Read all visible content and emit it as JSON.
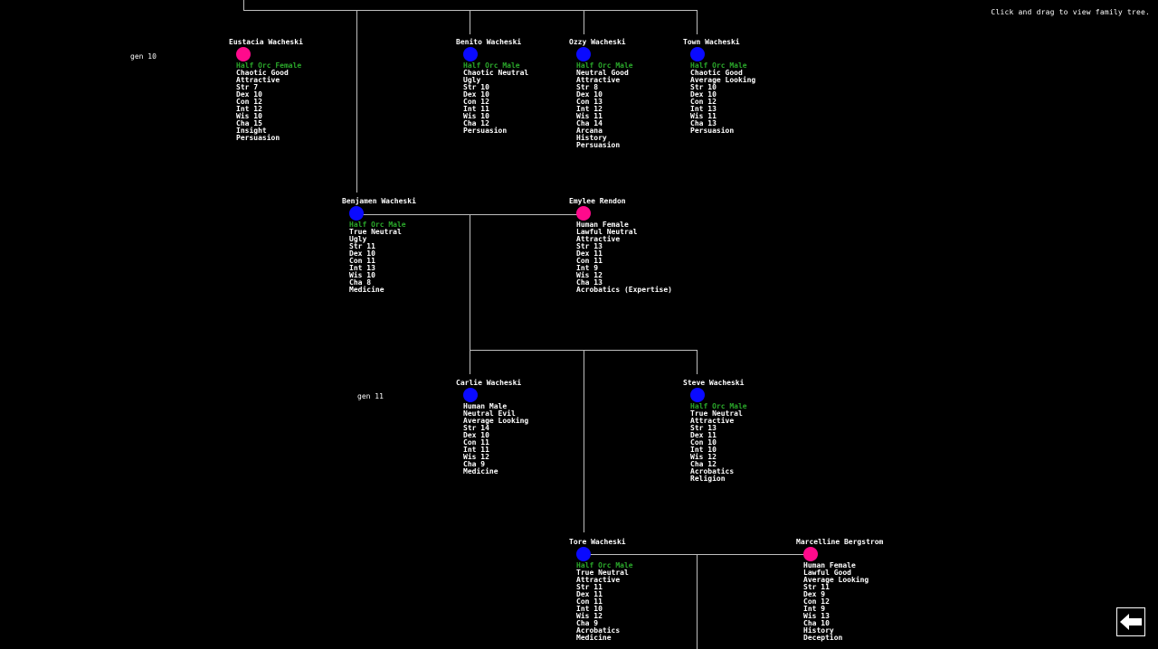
{
  "hint": "Click and drag to view family tree.",
  "gens": [
    {
      "label": "gen 10"
    },
    {
      "label": "gen 11"
    }
  ],
  "people": [
    {
      "id": "eustacia",
      "name": "Eustacia Wacheski",
      "sex": "female",
      "race": "Half Orc Female",
      "human": false,
      "traits": [
        "Chaotic Good",
        "Attractive",
        "Str 7",
        "Dex 10",
        "Con 12",
        "Int 12",
        "Wis 10",
        "Cha 15",
        "Insight",
        "Persuasion"
      ]
    },
    {
      "id": "benito",
      "name": "Benito Wacheski",
      "sex": "male",
      "race": "Half Orc Male",
      "human": false,
      "traits": [
        "Chaotic Neutral",
        "Ugly",
        "Str 10",
        "Dex 10",
        "Con 12",
        "Int 11",
        "Wis 10",
        "Cha 12",
        "Persuasion"
      ]
    },
    {
      "id": "ozzy",
      "name": "Ozzy Wacheski",
      "sex": "male",
      "race": "Half Orc Male",
      "human": false,
      "traits": [
        "Neutral Good",
        "Attractive",
        "Str 8",
        "Dex 10",
        "Con 13",
        "Int 12",
        "Wis 11",
        "Cha 14",
        "Arcana",
        "History",
        "Persuasion"
      ]
    },
    {
      "id": "town",
      "name": "Town Wacheski",
      "sex": "male",
      "race": "Half Orc Male",
      "human": false,
      "traits": [
        "Chaotic Good",
        "Average Looking",
        "Str 10",
        "Dex 10",
        "Con 12",
        "Int 13",
        "Wis 11",
        "Cha 13",
        "Persuasion"
      ]
    },
    {
      "id": "benjamen",
      "name": "Benjamen Wacheski",
      "sex": "male",
      "race": "Half Orc Male",
      "human": false,
      "traits": [
        "True Neutral",
        "Ugly",
        "Str 11",
        "Dex 10",
        "Con 11",
        "Int 13",
        "Wis 10",
        "Cha 8",
        "Medicine"
      ]
    },
    {
      "id": "emylee",
      "name": "Emylee Rendon",
      "sex": "female",
      "race": "Human Female",
      "human": true,
      "traits": [
        "Lawful Neutral",
        "Attractive",
        "Str 13",
        "Dex 11",
        "Con 11",
        "Int 9",
        "Wis 12",
        "Cha 13",
        "Acrobatics (Expertise)"
      ]
    },
    {
      "id": "carlie",
      "name": "Carlie Wacheski",
      "sex": "male",
      "race": "Human Male",
      "human": true,
      "traits": [
        "Neutral Evil",
        "Average Looking",
        "Str 14",
        "Dex 10",
        "Con 11",
        "Int 11",
        "Wis 12",
        "Cha 9",
        "Medicine"
      ]
    },
    {
      "id": "steve",
      "name": "Steve Wacheski",
      "sex": "male",
      "race": "Half Orc Male",
      "human": false,
      "traits": [
        "True Neutral",
        "Attractive",
        "Str 13",
        "Dex 11",
        "Con 10",
        "Int 10",
        "Wis 12",
        "Cha 12",
        "Acrobatics",
        "Religion"
      ]
    },
    {
      "id": "tore",
      "name": "Tore Wacheski",
      "sex": "male",
      "race": "Half Orc Male",
      "human": false,
      "traits": [
        "True Neutral",
        "Attractive",
        "Str 11",
        "Dex 11",
        "Con 11",
        "Int 10",
        "Wis 12",
        "Cha 9",
        "Acrobatics",
        "Medicine"
      ]
    },
    {
      "id": "marcelline",
      "name": "Marcelline Bergstrom",
      "sex": "female",
      "race": "Human Female",
      "human": true,
      "traits": [
        "Lawful Good",
        "Average Looking",
        "Str 11",
        "Dex 9",
        "Con 12",
        "Int 9",
        "Wis 13",
        "Cha 10",
        "History",
        "Deception"
      ]
    }
  ],
  "back_button": {
    "icon": "arrow-left-icon"
  }
}
